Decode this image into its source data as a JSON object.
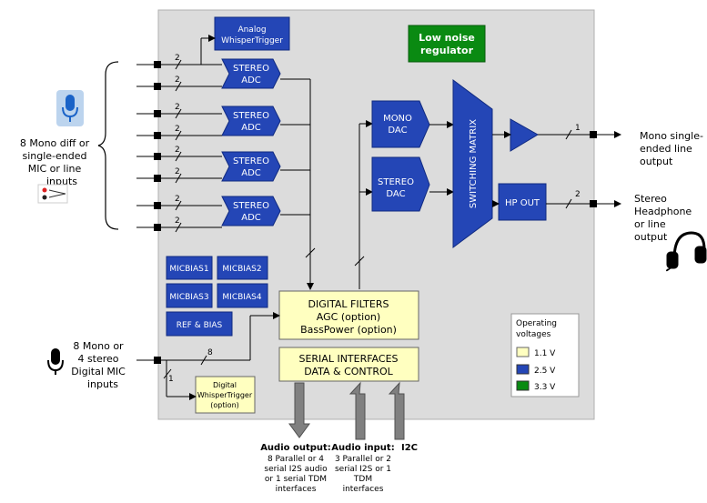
{
  "colors": {
    "panel": "#dcdcdc",
    "blue": "#2446b6",
    "green": "#0a8a12",
    "yellow": "#ffffc0",
    "arrow_gray": "#808080"
  },
  "blocks": {
    "analog_whisper": [
      "Analog",
      "WhisperTrigger"
    ],
    "stereo_adc": [
      "STEREO",
      "ADC"
    ],
    "low_noise": [
      "Low noise",
      "regulator"
    ],
    "mono_dac": [
      "MONO",
      "DAC"
    ],
    "stereo_dac": [
      "STEREO",
      "DAC"
    ],
    "switching_matrix": "SWITCHING MATRIX",
    "hp_out": "HP OUT",
    "micbias1": "MICBIAS1",
    "micbias2": "MICBIAS2",
    "micbias3": "MICBIAS3",
    "micbias4": "MICBIAS4",
    "ref_bias": "REF & BIAS",
    "digital_filters": [
      "DIGITAL FILTERS",
      "AGC (option)",
      "BassPower (option)"
    ],
    "serial_interfaces": [
      "SERIAL INTERFACES",
      "DATA & CONTROL"
    ],
    "digital_whisper": [
      "Digital",
      "WhisperTrigger",
      "(option)"
    ]
  },
  "bus_widths": {
    "two": "2",
    "one": "1",
    "eight": "8"
  },
  "labels": {
    "mic_inputs": [
      "8 Mono diff or",
      "single-ended",
      "MIC or line",
      "inputs"
    ],
    "digital_mic": [
      "8 Mono or",
      "4 stereo",
      "Digital MIC",
      "inputs"
    ],
    "mono_out": [
      "Mono single-",
      "ended line",
      "output"
    ],
    "stereo_out": [
      "Stereo",
      "Headphone",
      "or line",
      "output"
    ],
    "audio_output_title": "Audio output:",
    "audio_output_desc": [
      "8 Parallel or 4",
      "serial I2S audio",
      "or 1 serial TDM",
      "interfaces"
    ],
    "audio_input_title": "Audio input:",
    "audio_input_desc": [
      "3 Parallel or 2",
      "serial I2S or 1",
      "TDM",
      "interfaces"
    ],
    "i2c": "I2C"
  },
  "legend": {
    "title": [
      "Operating",
      "voltages"
    ],
    "items": [
      {
        "label": "1.1 V",
        "color": "#ffffc0"
      },
      {
        "label": "2.5 V",
        "color": "#2446b6"
      },
      {
        "label": "3.3 V",
        "color": "#0a8a12"
      }
    ]
  }
}
